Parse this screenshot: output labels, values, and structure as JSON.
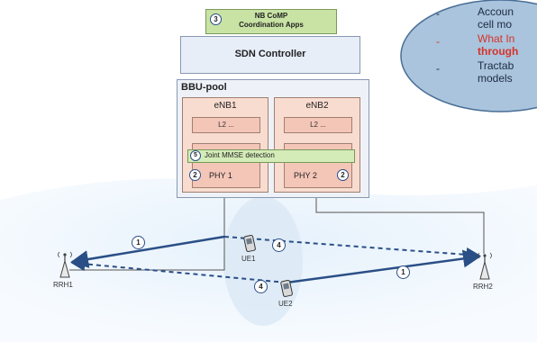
{
  "apps_box": {
    "marker": "3",
    "line1": "NB CoMP",
    "line2": "Coordination Apps"
  },
  "sdn_controller": {
    "label": "SDN Controller"
  },
  "bbu_pool": {
    "label": "BBU-pool"
  },
  "enb1": {
    "label": "eNB1",
    "l2": "L2 ...",
    "phy": "PHY 1",
    "phy_marker": "2"
  },
  "enb2": {
    "label": "eNB2",
    "l2": "L2 ...",
    "phy": "PHY 2",
    "phy_marker": "2"
  },
  "joint_mmse": {
    "marker": "5",
    "label": "Joint MMSE detection"
  },
  "rrh1": {
    "label": "RRH1"
  },
  "rrh2": {
    "label": "RRH2"
  },
  "ue1": {
    "label": "UE1"
  },
  "ue2": {
    "label": "UE2"
  },
  "link_markers": {
    "rrh1_ue1": "1",
    "ue1_rrh2": "4",
    "ue2_rrh1": "4",
    "ue2_rrh2": "1"
  },
  "callout": {
    "bullets": [
      {
        "dash": "-",
        "lines": [
          "Accoun",
          "cell mo"
        ],
        "color": "#1f2a44"
      },
      {
        "dash": "-",
        "lines": [
          "What In",
          "through"
        ],
        "color": "#d8322a"
      },
      {
        "dash": "-",
        "lines": [
          "Tractab",
          "models"
        ],
        "color": "#1f2a44"
      }
    ]
  },
  "colors": {
    "apps_fill": "#c9e3a4",
    "sdn_fill": "#e8eef8",
    "bbu_fill": "#eef2f8",
    "enb_fill": "#f9dcd0",
    "sub_fill": "#f4c6b8",
    "mmse_fill": "#d4ecb8",
    "arrow": "#2a4f86",
    "callout_fill": "#a9c4dc"
  }
}
